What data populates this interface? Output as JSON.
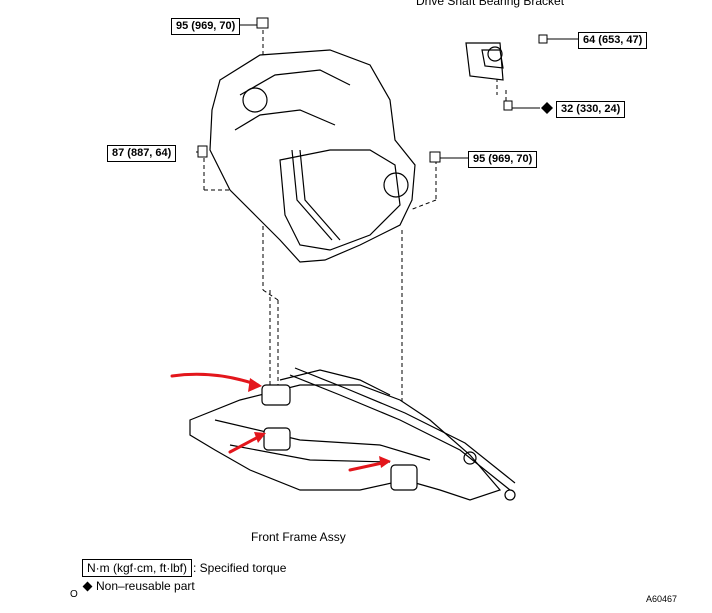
{
  "title": "Drive Shaft Bearing Bracket",
  "callouts": {
    "top_left": "95 (969, 70)",
    "bracket_bolt": "64 (653, 47)",
    "bracket_lower": "32 (330, 24)",
    "left_side": "87 (887, 64)",
    "right_side": "95 (969, 70)"
  },
  "front_frame_label": "Front Frame Assy",
  "legend": {
    "torque_box": "N·m (kgf·cm, ft·lbf)",
    "torque_text": ": Specified torque",
    "nonreusable_text": "Non–reusable part"
  },
  "figure_id": "A60467",
  "corner_mark": "O",
  "colors": {
    "arrow": "#e3161c",
    "line": "#000000"
  }
}
